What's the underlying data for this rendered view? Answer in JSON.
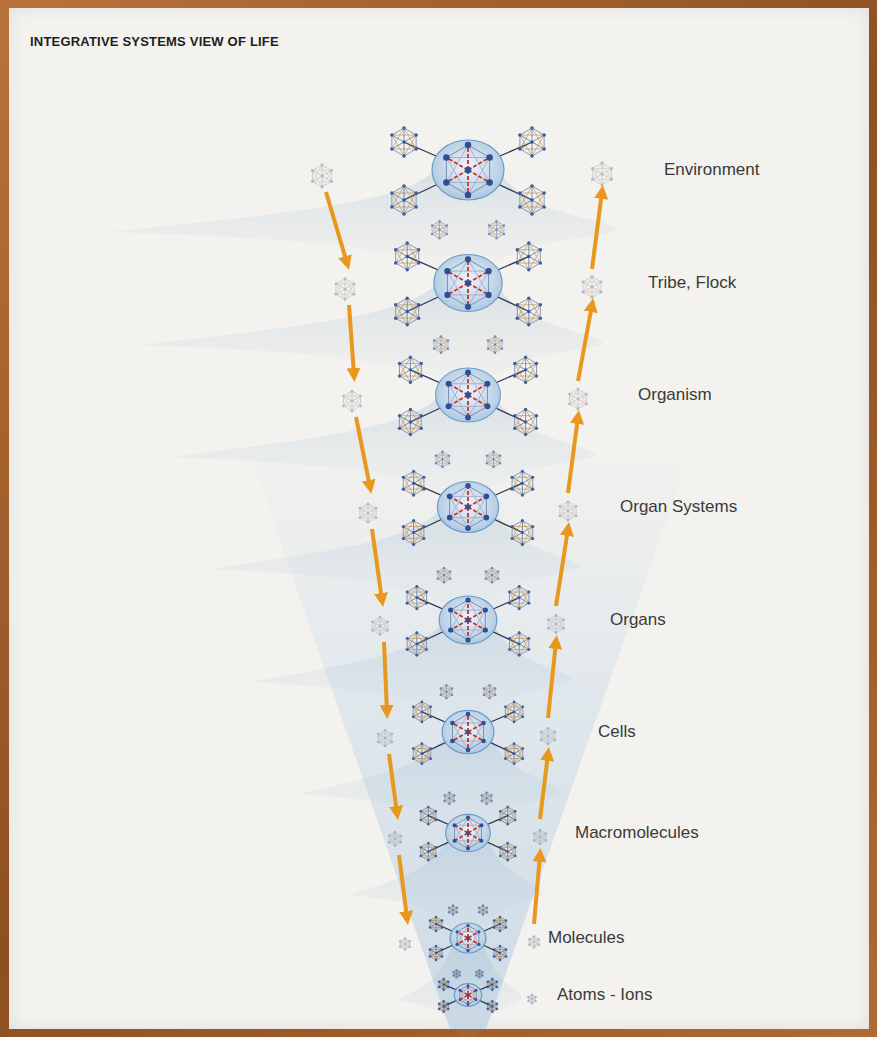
{
  "diagram": {
    "title": "INTEGRATIVE SYSTEMS VIEW OF LIFE",
    "labels": [
      "Environment",
      "Tribe, Flock",
      "Organism",
      "Organ Systems",
      "Organs",
      "Cells",
      "Macromolecules",
      "Molecules",
      "Atoms - Ions"
    ]
  }
}
